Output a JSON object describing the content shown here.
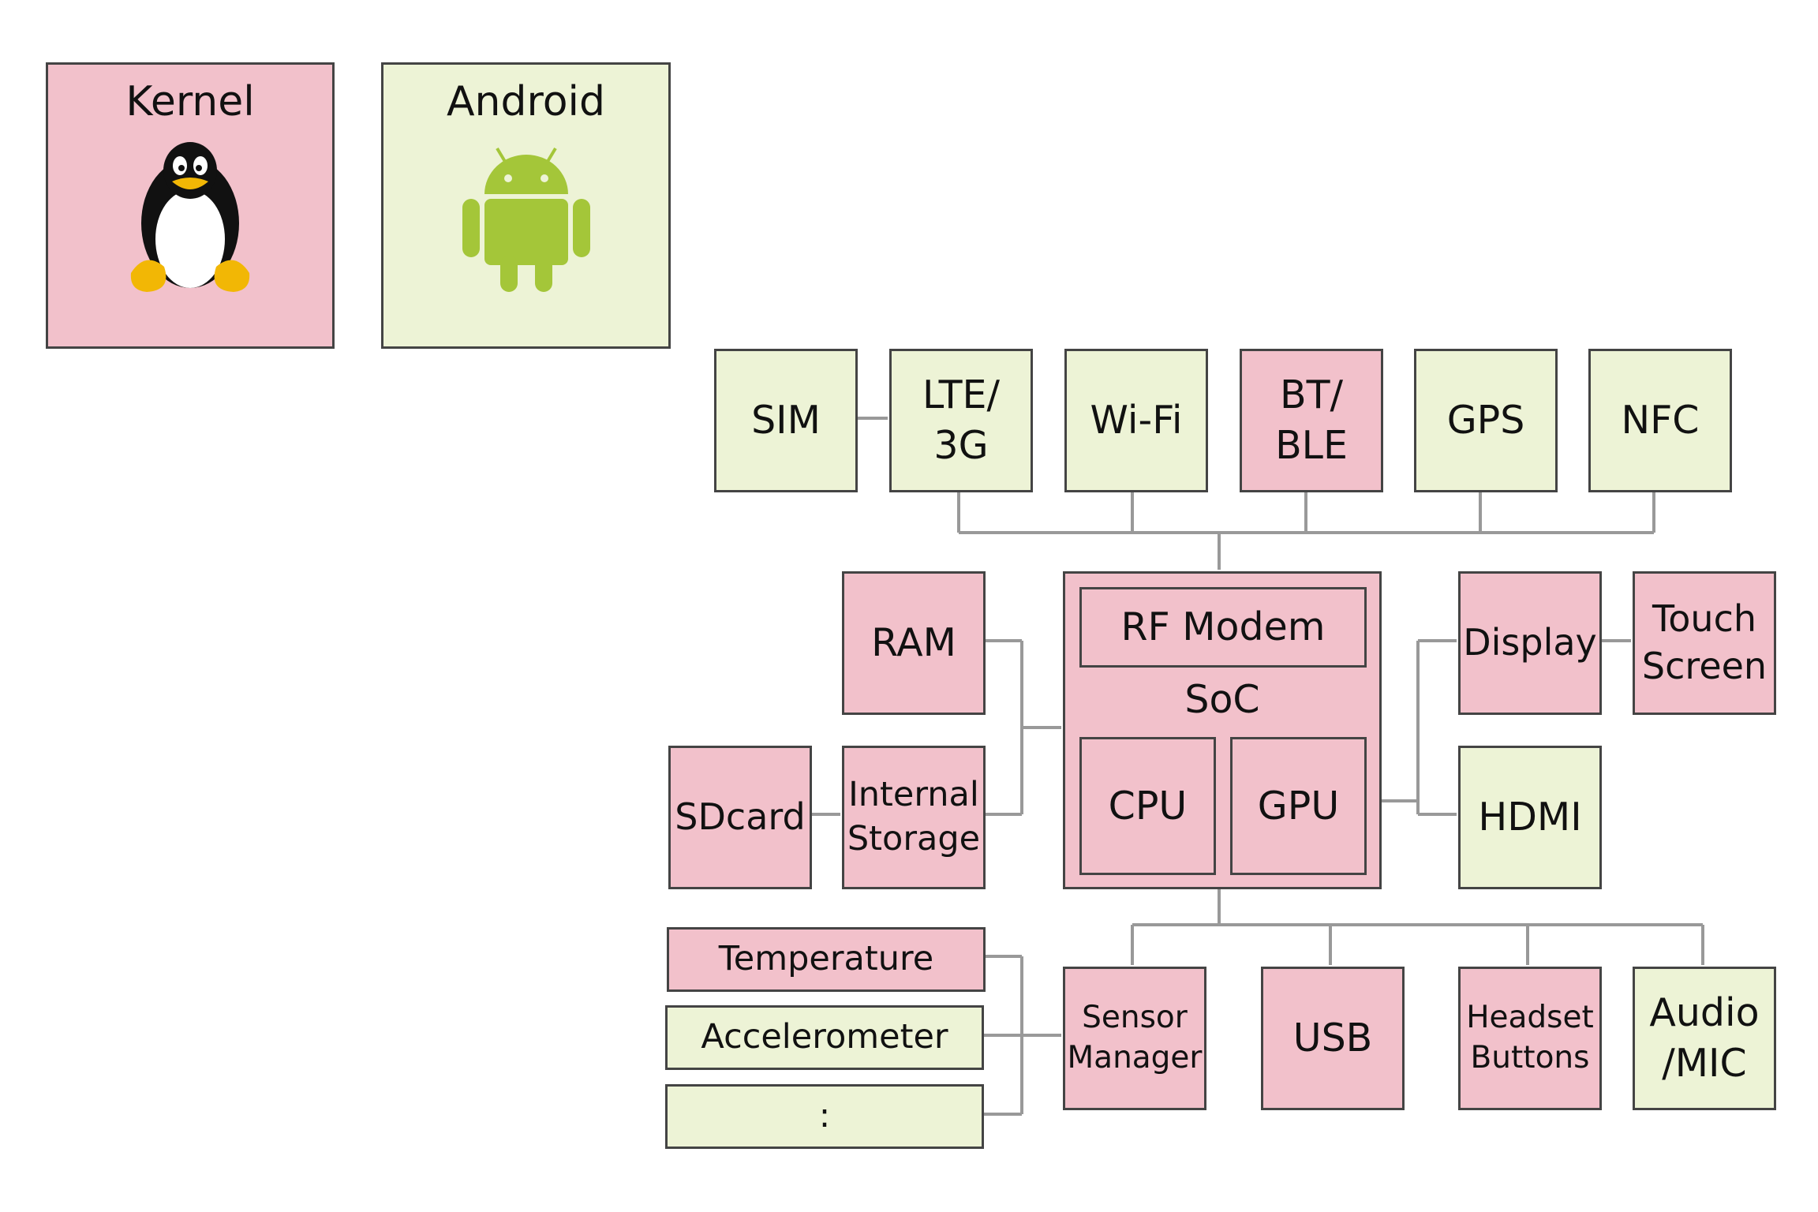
{
  "legend": {
    "kernel": {
      "title": "Kernel",
      "icon": "linux-penguin-icon",
      "color": "#f2c1cb"
    },
    "android": {
      "title": "Android",
      "icon": "android-robot-icon",
      "color": "#edf3d6"
    }
  },
  "blocks": {
    "sim": "SIM",
    "lte": [
      "LTE/",
      "3G"
    ],
    "wifi": "Wi-Fi",
    "bt": [
      "BT/",
      "BLE"
    ],
    "gps": "GPS",
    "nfc": "NFC",
    "ram": "RAM",
    "sdcard": "SDcard",
    "internal_storage": [
      "Internal",
      "Storage"
    ],
    "soc": "SoC",
    "rf_modem": "RF Modem",
    "cpu": "CPU",
    "gpu": "GPU",
    "display": "Display",
    "touch_screen": [
      "Touch",
      "Screen"
    ],
    "hdmi": "HDMI",
    "temperature": "Temperature",
    "accelerometer": "Accelerometer",
    "more_sensors": ":",
    "sensor_manager": [
      "Sensor",
      "Manager"
    ],
    "usb": "USB",
    "headset_buttons": [
      "Headset",
      "Buttons"
    ],
    "audio_mic": [
      "Audio",
      "/MIC"
    ]
  },
  "colors": {
    "kernel_fill": "#f2c1cb",
    "android_fill": "#edf3d6",
    "border": "#444444",
    "connector": "#999999"
  }
}
